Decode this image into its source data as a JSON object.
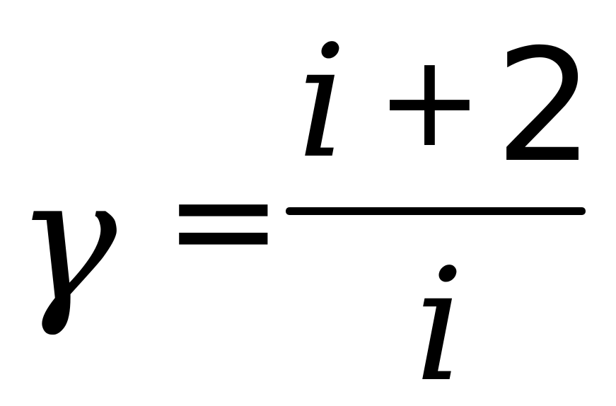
{
  "formula": {
    "lhs": "γ",
    "relation": "=",
    "numerator": {
      "variable": "i",
      "operator": "+",
      "constant": "2"
    },
    "denominator": {
      "variable": "i"
    }
  }
}
